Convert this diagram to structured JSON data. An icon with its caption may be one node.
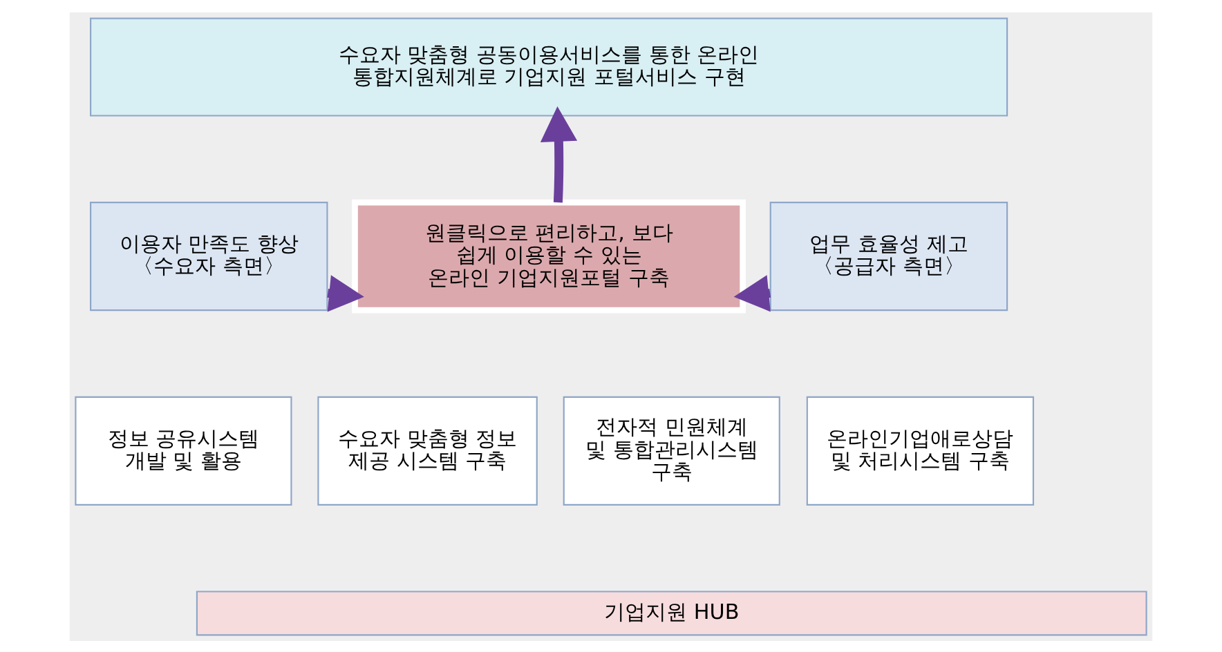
{
  "diagram": {
    "nodes": [
      {
        "text": [
          "수요자 맞춤형 공동이용서비스를 통한 온라인 통합지원체계로 기업지원 포털서비스 구현"
        ]
      },
      {
        "text": [
          "이용자 만족도 향상 〈수요자 측면〉"
        ]
      },
      {
        "text": [
          "원클릭으로 편리하고, 보다 쉽게 이용할 수 있는 온라인 기업지원포털 구축"
        ]
      },
      {
        "text": [
          "업무 효율성 제고 〈공급자 측면〉"
        ]
      },
      {
        "text": [
          "정보 공유시스템 개발 및 활용"
        ]
      },
      {
        "text": [
          "수요자 맞춤형 정보 제공 시스템 구축"
        ]
      },
      {
        "text": [
          "전자적 민원체계 및 통합관리시스템 구축"
        ]
      },
      {
        "text": [
          "온라인기업애로상담 및 처리시스템 구축"
        ]
      },
      {
        "text": [
          "기업지원 HUB"
        ]
      }
    ],
    "edges": [
      {
        "from": 2,
        "to": 0,
        "arrow": "to"
      },
      {
        "from": 1,
        "to": 2,
        "arrow": "to"
      },
      {
        "from": 3,
        "to": 2,
        "arrow": "to"
      }
    ]
  }
}
